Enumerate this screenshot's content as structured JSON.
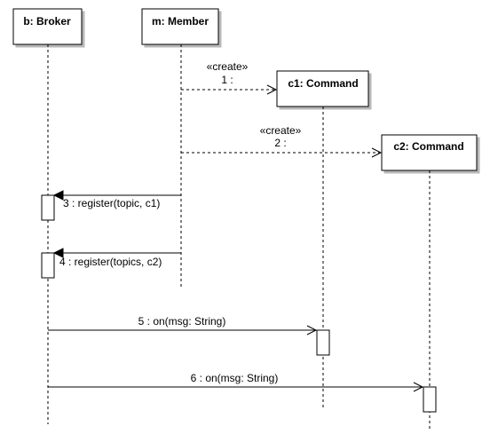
{
  "diagram": {
    "lifelines": [
      {
        "id": "broker",
        "title": "b: Broker"
      },
      {
        "id": "member",
        "title": "m: Member"
      },
      {
        "id": "c1",
        "title": "c1: Command"
      },
      {
        "id": "c2",
        "title": "c2: Command"
      }
    ],
    "messages": [
      {
        "id": "msg1",
        "stereotype": "«create»",
        "label": "1 :",
        "from": "member",
        "to": "c1",
        "style": "dashed-open"
      },
      {
        "id": "msg2",
        "stereotype": "«create»",
        "label": "2 :",
        "from": "member",
        "to": "c2",
        "style": "dashed-open"
      },
      {
        "id": "msg3",
        "label": "3 : register(topic, c1)",
        "from": "member",
        "to": "broker",
        "style": "solid-filled"
      },
      {
        "id": "msg4",
        "label": "4 : register(topics, c2)",
        "from": "member",
        "to": "broker",
        "style": "solid-filled"
      },
      {
        "id": "msg5",
        "label": "5 : on(msg: String)",
        "from": "broker",
        "to": "c1",
        "style": "solid-open"
      },
      {
        "id": "msg6",
        "label": "6 : on(msg: String)",
        "from": "broker",
        "to": "c2",
        "style": "solid-open"
      }
    ]
  }
}
